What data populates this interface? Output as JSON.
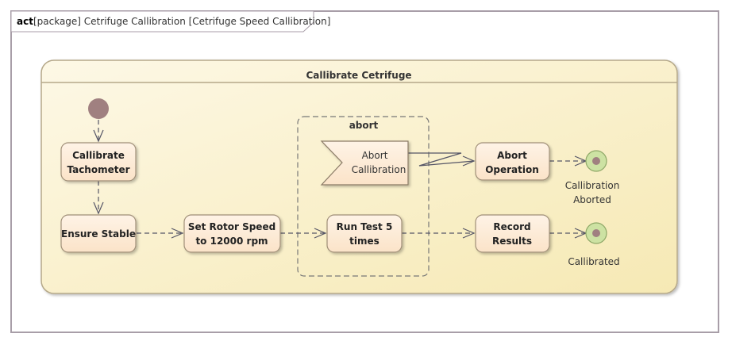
{
  "frame": {
    "keyword": "act",
    "title": "[package] Cetrifuge Callibration [Cetrifuge Speed Callibration]"
  },
  "partition": {
    "title": "Callibrate Cetrifuge"
  },
  "region": {
    "label": "abort"
  },
  "actions": {
    "callibrate_tachometer": {
      "line1": "Callibrate",
      "line2": "Tachometer"
    },
    "ensure_stable": {
      "line1": "Ensure Stable"
    },
    "set_rotor_speed": {
      "line1": "Set Rotor Speed",
      "line2": "to 12000 rpm"
    },
    "run_test": {
      "line1": "Run Test 5",
      "line2": "times"
    },
    "abort_operation": {
      "line1": "Abort",
      "line2": "Operation"
    },
    "record_results": {
      "line1": "Record",
      "line2": "Results"
    }
  },
  "accept_event": {
    "line1": "Abort",
    "line2": "Callibration"
  },
  "final_nodes": {
    "aborted": {
      "line1": "Callibration",
      "line2": "Aborted"
    },
    "callibrated": {
      "line1": "Callibrated"
    }
  },
  "colors": {
    "outer_border": "#a89ea8",
    "partition_fill": "#fcf3cf",
    "partition_border": "#b5a889",
    "action_fill": "#fdebd5",
    "action_border": "#a08f78",
    "edge": "#555566",
    "initial_node": "#a08080",
    "final_outer": "#cde2a3",
    "final_inner": "#a08080"
  }
}
